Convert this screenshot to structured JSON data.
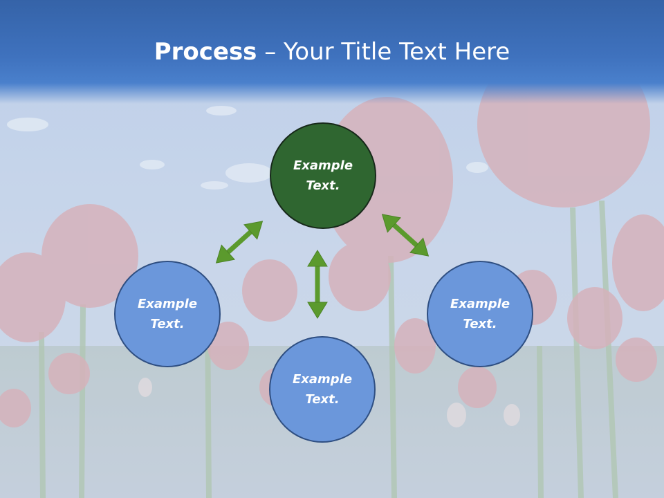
{
  "title": {
    "bold": "Process",
    "rest": " – Your Title Text Here"
  },
  "nodes": {
    "top": "Example Text.",
    "left": "Example Text.",
    "bottom": "Example Text.",
    "right": "Example Text."
  },
  "colors": {
    "title_bar": "#3f72be",
    "center_node": "#2f6630",
    "outer_node": "#6b97db",
    "arrow": "#5b9a2d"
  }
}
